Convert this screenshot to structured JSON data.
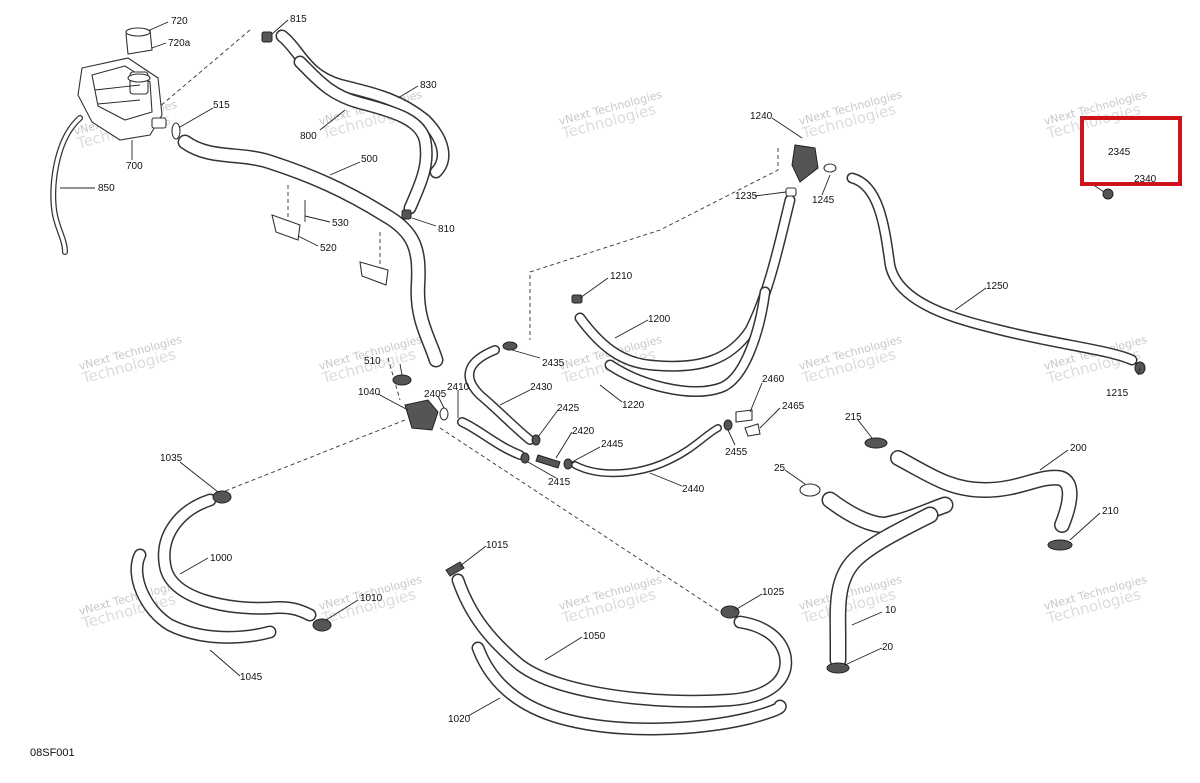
{
  "diagram_code": "08SF001",
  "watermark": {
    "line1": "vNext Technologies",
    "line2": "Technologies"
  },
  "highlight": {
    "color": "#d0121b",
    "labels": [
      "2345",
      "2340"
    ]
  },
  "callouts": [
    {
      "id": "720",
      "text": "720"
    },
    {
      "id": "720a",
      "text": "720a"
    },
    {
      "id": "815",
      "text": "815"
    },
    {
      "id": "830",
      "text": "830"
    },
    {
      "id": "515",
      "text": "515"
    },
    {
      "id": "800",
      "text": "800"
    },
    {
      "id": "700",
      "text": "700"
    },
    {
      "id": "500",
      "text": "500"
    },
    {
      "id": "850",
      "text": "850"
    },
    {
      "id": "810",
      "text": "810"
    },
    {
      "id": "530",
      "text": "530"
    },
    {
      "id": "520",
      "text": "520"
    },
    {
      "id": "1240",
      "text": "1240"
    },
    {
      "id": "1235",
      "text": "1235"
    },
    {
      "id": "1245",
      "text": "1245"
    },
    {
      "id": "1210",
      "text": "1210"
    },
    {
      "id": "1200",
      "text": "1200"
    },
    {
      "id": "1250",
      "text": "1250"
    },
    {
      "id": "2345",
      "text": "2345"
    },
    {
      "id": "2340",
      "text": "2340"
    },
    {
      "id": "1215",
      "text": "1215"
    },
    {
      "id": "510",
      "text": "510"
    },
    {
      "id": "2435",
      "text": "2435"
    },
    {
      "id": "1040",
      "text": "1040"
    },
    {
      "id": "2405",
      "text": "2405"
    },
    {
      "id": "2410",
      "text": "2410"
    },
    {
      "id": "2430",
      "text": "2430"
    },
    {
      "id": "1220",
      "text": "1220"
    },
    {
      "id": "2460",
      "text": "2460"
    },
    {
      "id": "2465",
      "text": "2465"
    },
    {
      "id": "2425",
      "text": "2425"
    },
    {
      "id": "2420",
      "text": "2420"
    },
    {
      "id": "2445",
      "text": "2445"
    },
    {
      "id": "2455",
      "text": "2455"
    },
    {
      "id": "215",
      "text": "215"
    },
    {
      "id": "200",
      "text": "200"
    },
    {
      "id": "1035",
      "text": "1035"
    },
    {
      "id": "2415",
      "text": "2415"
    },
    {
      "id": "2440",
      "text": "2440"
    },
    {
      "id": "25",
      "text": "25"
    },
    {
      "id": "210",
      "text": "210"
    },
    {
      "id": "1015",
      "text": "1015"
    },
    {
      "id": "1000",
      "text": "1000"
    },
    {
      "id": "1010",
      "text": "1010"
    },
    {
      "id": "1025",
      "text": "1025"
    },
    {
      "id": "10",
      "text": "10"
    },
    {
      "id": "1050",
      "text": "1050"
    },
    {
      "id": "20",
      "text": "20"
    },
    {
      "id": "1045",
      "text": "1045"
    },
    {
      "id": "1020",
      "text": "1020"
    }
  ]
}
